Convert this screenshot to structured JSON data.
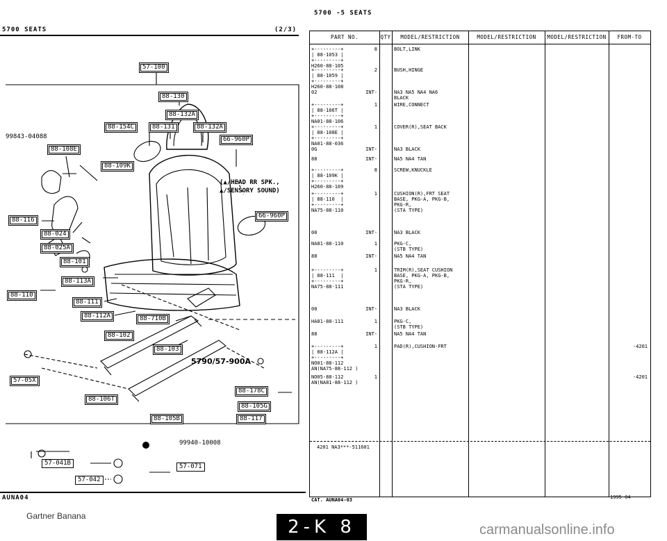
{
  "left_page": {
    "header_left": "5700  SEATS",
    "header_right": "(2/3)",
    "footer_code": "AUNA04",
    "label_99843": "99843-04088",
    "label_99940": "99940-10008",
    "pointer_label": "5790/57-900A",
    "note_line1": "(▲/HEAD RR SPK.,",
    "note_line2": "▲/SENSORY SOUND)",
    "callouts": [
      "57-100",
      "88-130",
      "88-132A",
      "88-154C",
      "88-131",
      "88-132A",
      "66-960P",
      "88-108E",
      "88-109K",
      "88-116",
      "88-024",
      "88-025A",
      "88-101",
      "66-960P",
      "88-110",
      "88-113A",
      "88-111",
      "88-112A",
      "88-710B",
      "88-102",
      "88-103",
      "57-05X",
      "88-106T",
      "88-178C",
      "88-105G",
      "88-105B",
      "88-117",
      "57-041B",
      "57-071",
      "57-042"
    ]
  },
  "right_page": {
    "header": "5700 -5   SEATS",
    "columns": [
      "PART NO.",
      "QTY",
      "MODEL/RESTRICTION",
      "MODEL/RESTRICTION",
      "MODEL/RESTRICTION",
      "FROM-TO"
    ],
    "rows": [
      {
        "part": "+---------+\n| 88-1053 |\n+---------+\nH260-88-105",
        "qty": "8",
        "desc": "BOLT,LINK",
        "from": ""
      },
      {
        "part": "+---------+\n| 88-1059 |\n+---------+\nH260-88-108",
        "qty": "2",
        "desc": "BUSH,HINGE",
        "from": ""
      },
      {
        "part": "02",
        "qty": "INT-",
        "desc": "NA3 NA5 NA4 NA6\nBLACK",
        "from": ""
      },
      {
        "part": "+---------+\n| 88-106T |\n+---------+\nNA01-88-106",
        "qty": "1",
        "desc": "WIRE,CONNECT",
        "from": ""
      },
      {
        "part": "+---------+\n| 88-108E |\n+---------+\nNA01-88-036",
        "qty": "1",
        "desc": "COVER(R),SEAT BACK",
        "from": ""
      },
      {
        "part": "0G",
        "qty": "INT-",
        "desc": "NA3 BLACK",
        "from": ""
      },
      {
        "part": "88",
        "qty": "INT-",
        "desc": "NA5 NA4 TAN",
        "from": ""
      },
      {
        "part": "+---------+\n| 88-109K |\n+---------+\nH260-88-109",
        "qty": "8",
        "desc": "SCREW,KNUCKLE",
        "from": ""
      },
      {
        "part": "+---------+\n| 88-110  |\n+---------+\nNA75-88-110",
        "qty": "1",
        "desc": "CUSHION(R),FRT SEAT\nBASE, PKG-A, PKG-B,\nPKG-R,\n(STA TYPE)",
        "from": ""
      },
      {
        "part": "00",
        "qty": "INT-",
        "desc": "NA3 BLACK",
        "from": ""
      },
      {
        "part": "NA81-88-110",
        "qty": "1",
        "desc": "PKG-C,\n(STB TYPE)",
        "from": ""
      },
      {
        "part": "88",
        "qty": "INT-",
        "desc": "NA5 NA4 TAN",
        "from": ""
      },
      {
        "part": "+---------+\n| 88-111  |\n+---------+\nNA75-88-111",
        "qty": "1",
        "desc": "TRIM(R),SEAT CUSHION\nBASE, PKG-A, PKG-B,\nPKG-R,\n(STA TYPE)",
        "from": ""
      },
      {
        "part": "00",
        "qty": "INT-",
        "desc": "NA3 BLACK",
        "from": ""
      },
      {
        "part": "HA81-88-111",
        "qty": "1",
        "desc": "PKG-C,\n(STB TYPE)",
        "from": ""
      },
      {
        "part": "88",
        "qty": "INT-",
        "desc": "NA5 NA4 TAN",
        "from": ""
      },
      {
        "part": "+---------+\n| 88-112A |\n+---------+\nNO01-88-112\nAN(NA75-88-112 )",
        "qty": "1",
        "desc": "PAD(R),CUSHION-FRT",
        "from": "-4201"
      },
      {
        "part": "NO05-88-112\nAN(NA81-88-112 )",
        "qty": "1",
        "desc": "",
        "from": "-4201"
      }
    ],
    "table_footnote": "4201 NA3***-511601",
    "footer_left": "CAT. AUNA04-03",
    "footer_right": "1995-04",
    "page_tab": "2-K 8"
  },
  "credit": "Gartner Banana",
  "watermark": "carmanualsonline.info"
}
